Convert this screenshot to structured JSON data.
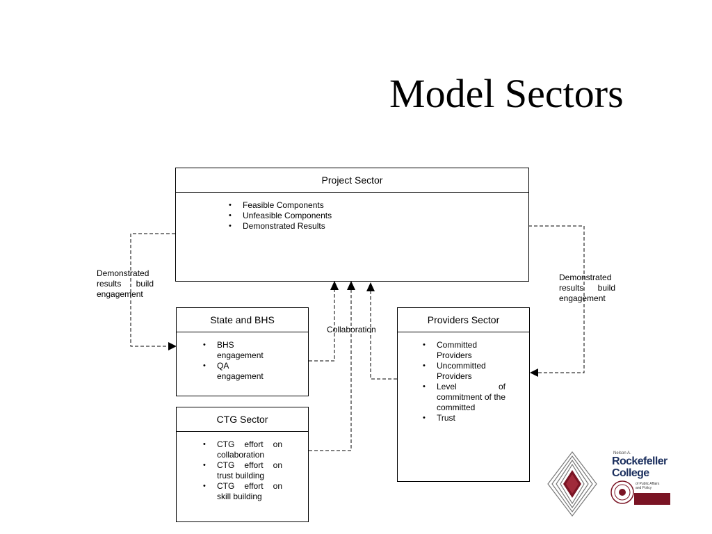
{
  "title": "Model Sectors",
  "project_sector": {
    "header": "Project Sector",
    "items": [
      "Feasible Components",
      "Unfeasible Components",
      "Demonstrated Results"
    ]
  },
  "state_bhs": {
    "header": "State and BHS",
    "items": [
      "BHS engagement",
      "QA engagement"
    ]
  },
  "ctg_sector": {
    "header": "CTG Sector",
    "items": [
      "CTG effort on collaboration",
      "CTG effort on trust building",
      "CTG effort on skill building"
    ]
  },
  "providers_sector": {
    "header": "Providers Sector",
    "items": [
      "Committed Providers",
      "Uncommitted Providers",
      "Level of commitment of the committed",
      "Trust"
    ]
  },
  "labels": {
    "left_feedback": "Demonstrated results build engagement",
    "right_feedback": "Demonstrated results build engagement",
    "collaboration": "Collaboration"
  },
  "logo": {
    "small": "Nelson A.",
    "name1": "Rockefeller",
    "name2": "College",
    "tag1": "of Public Affairs",
    "tag2": "and Policy",
    "brand_color": "#7a1424"
  }
}
